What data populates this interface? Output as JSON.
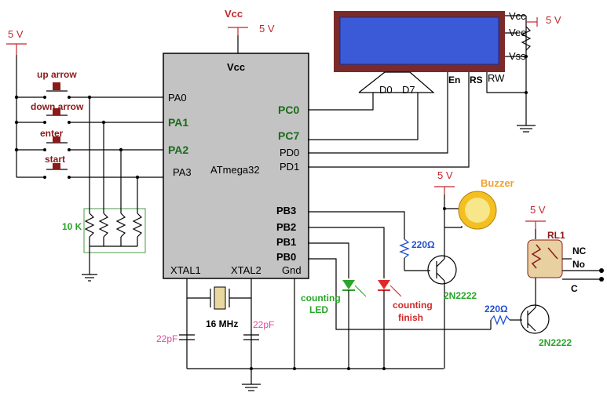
{
  "power": {
    "left_supply": "5 V",
    "mcu_vcc_label": "Vcc",
    "mcu_supply": "5 V",
    "lcd_supply": "5 V",
    "buzzer_supply": "5 V",
    "relay_supply": "5 V"
  },
  "buttons": {
    "up": "up arrow",
    "down": "down arrow",
    "enter": "enter",
    "start": "start"
  },
  "resistor_array": "10 K",
  "mcu": {
    "name": "ATmega32",
    "vcc": "Vcc",
    "pins_left": [
      "PA0",
      "PA1",
      "PA2",
      "PA3"
    ],
    "pins_right_top": [
      "PC0",
      "PC7",
      "PD0",
      "PD1"
    ],
    "pins_right_bottom": [
      "PB3",
      "PB2",
      "PB1",
      "PB0"
    ],
    "xtal1": "XTAL1",
    "xtal2": "XTAL2",
    "gnd": "Gnd"
  },
  "lcd": {
    "pins": [
      "Vcc",
      "Vee",
      "Vss"
    ],
    "ctrl": [
      "En",
      "RS",
      "RW"
    ],
    "data_start": "D0",
    "data_end": "D7"
  },
  "crystal": "16 MHz",
  "caps": [
    "22pF",
    "22pF"
  ],
  "leds": {
    "green_line1": "counting",
    "green_line2": "LED",
    "red_line1": "counting",
    "red_line2": "finish"
  },
  "resistor_top": "220Ω",
  "resistor_bottom": "220Ω",
  "transistor_top": "2N2222",
  "transistor_bottom": "2N2222",
  "buzzer": "Buzzer",
  "relay": {
    "name": "RL1",
    "nc": "NC",
    "no": "No",
    "c": "C"
  }
}
